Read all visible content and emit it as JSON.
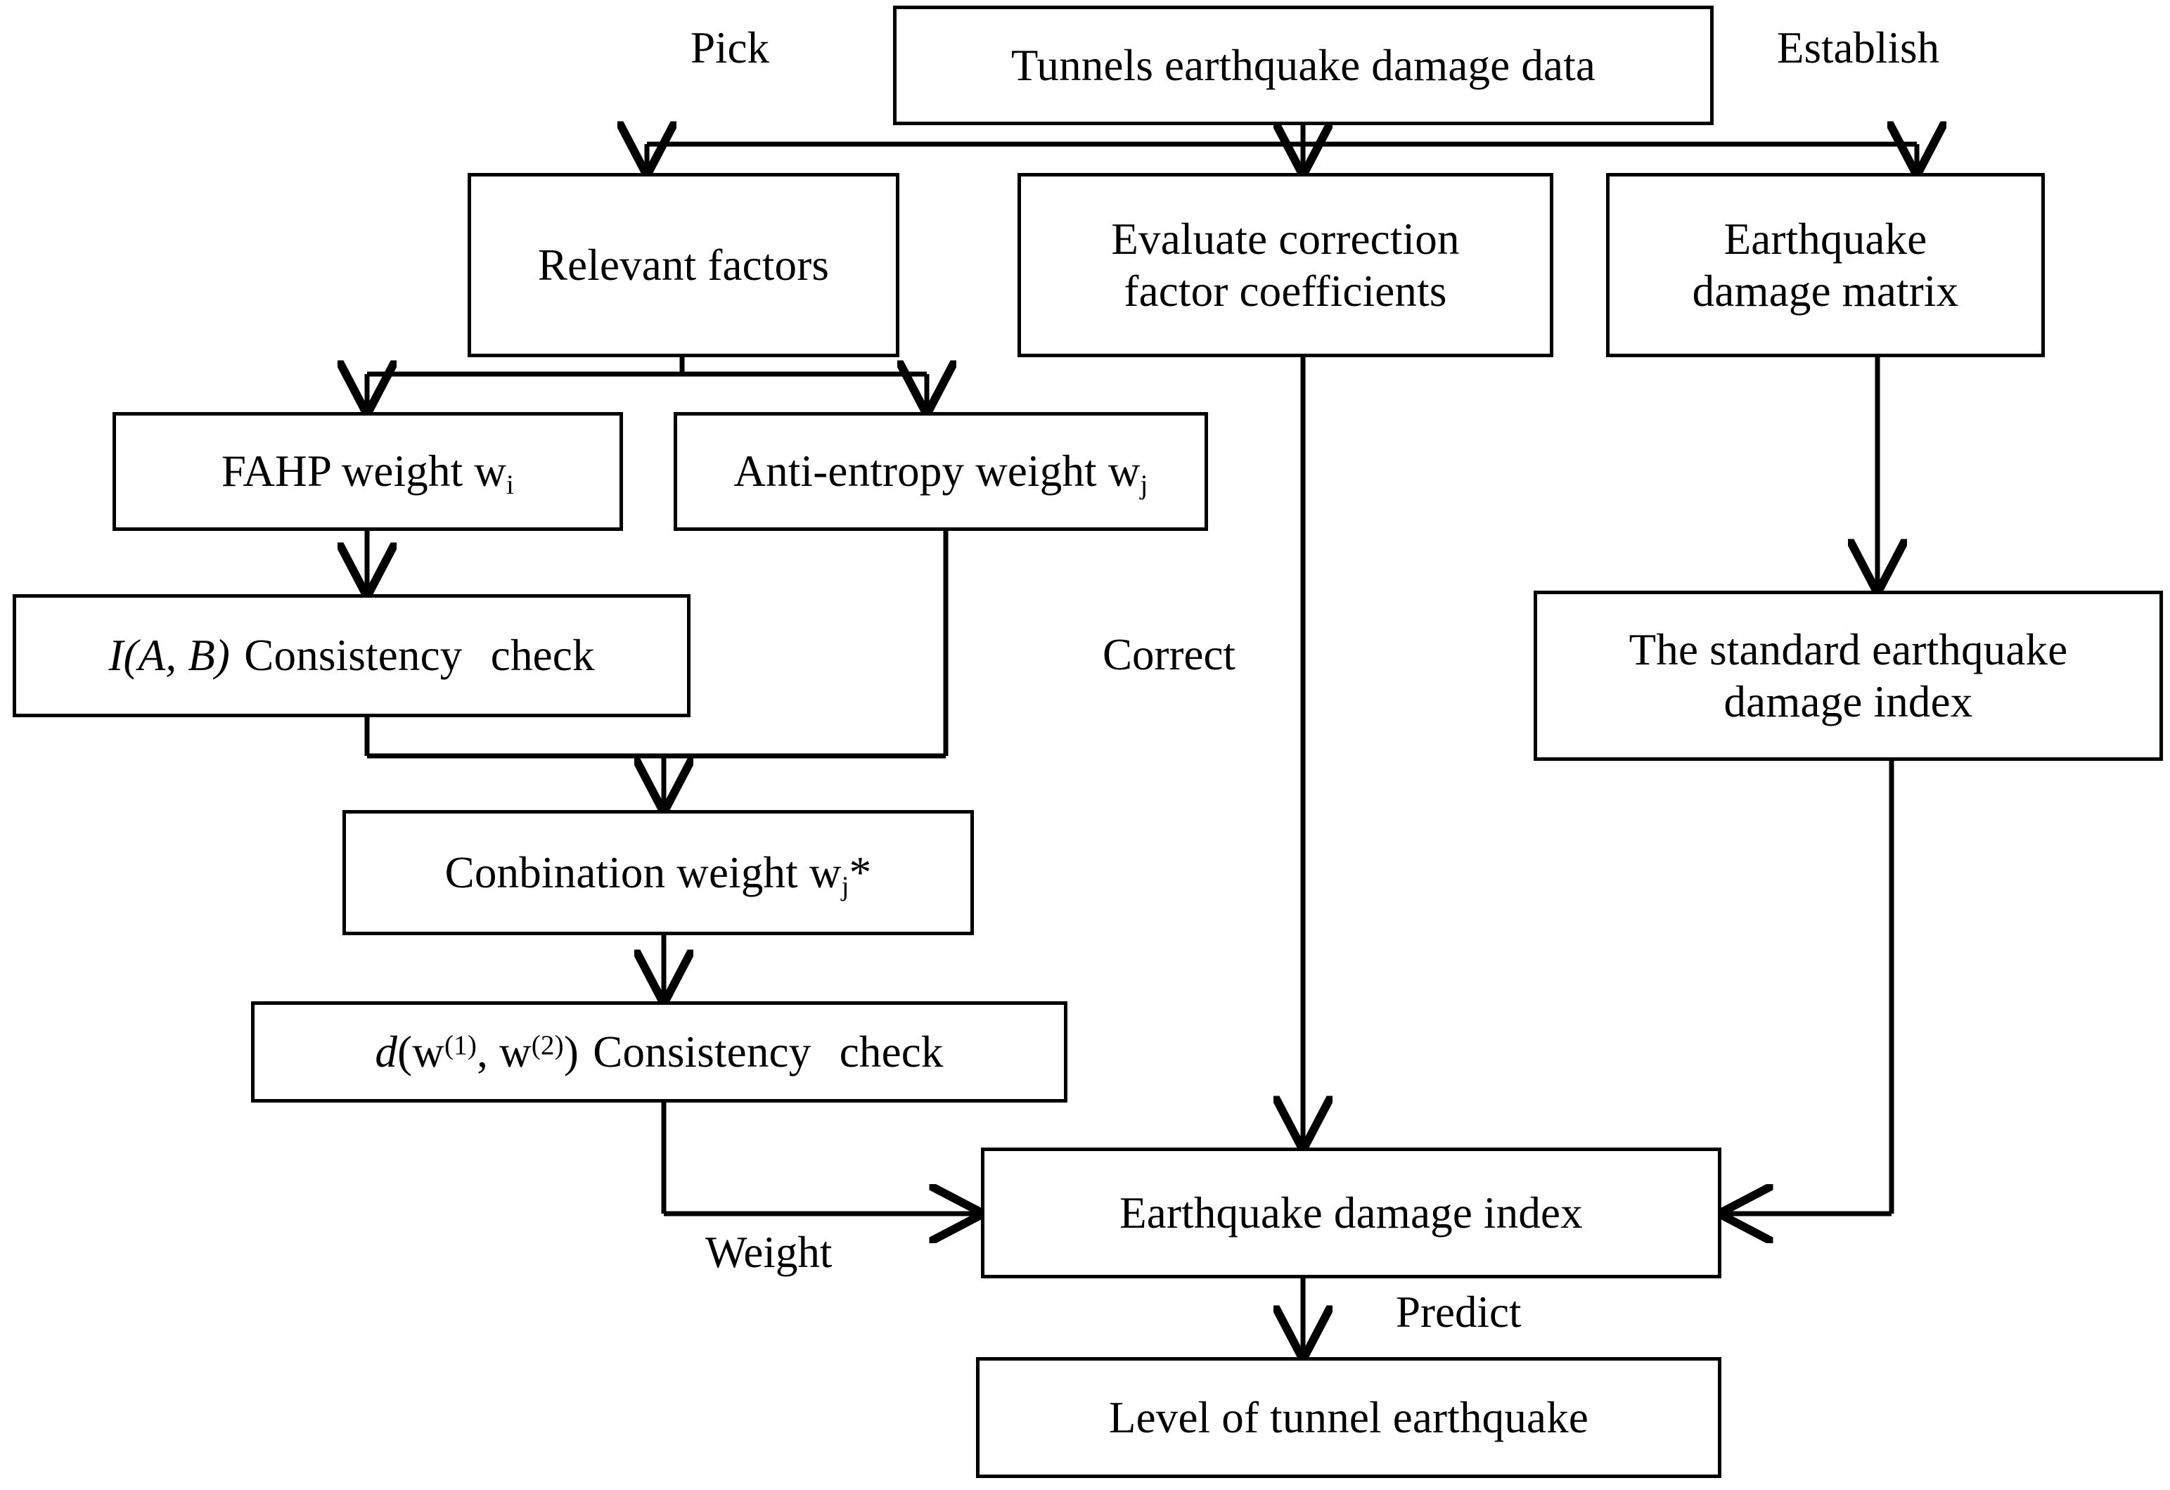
{
  "diagram": {
    "title": "Tunnel earthquake damage prediction flowchart",
    "background_color": "#ffffff",
    "line_color": "#000000",
    "nodes": [
      {
        "id": "tunnels_data",
        "label": "Tunnels earthquake damage data"
      },
      {
        "id": "relevant_factors",
        "label": "Relevant factors"
      },
      {
        "id": "evaluate_correction",
        "label_line1": "Evaluate correction",
        "label_line2": "factor coefficients"
      },
      {
        "id": "damage_matrix",
        "label_line1": "Earthquake",
        "label_line2": "damage matrix"
      },
      {
        "id": "fahp_weight",
        "label_pre": "FAHP weight w",
        "label_sub": "i"
      },
      {
        "id": "anti_entropy_weight",
        "label_pre": "Anti-entropy weight w",
        "label_sub": "j"
      },
      {
        "id": "iab_consistency",
        "label_italic": "I(A, B)",
        "label_rest": "Consistency",
        "label_rest2": "check"
      },
      {
        "id": "standard_index",
        "label_line1": "The standard earthquake",
        "label_line2": "damage index"
      },
      {
        "id": "combination_weight",
        "label_pre": "Conbination weight w",
        "label_sub": "j",
        "label_post": "*"
      },
      {
        "id": "d_consistency",
        "label_italic": "d",
        "label_open": "(w",
        "label_sup1": "(1)",
        "label_mid": ", w",
        "label_sup2": "(2)",
        "label_close": ")",
        "label_rest": "Consistency",
        "label_rest2": "check"
      },
      {
        "id": "damage_index",
        "label": "Earthquake damage index"
      },
      {
        "id": "tunnel_level",
        "label": "Level of tunnel earthquake"
      }
    ],
    "edge_labels": {
      "pick": "Pick",
      "establish": "Establish",
      "correct": "Correct",
      "weight": "Weight",
      "predict": "Predict"
    }
  }
}
